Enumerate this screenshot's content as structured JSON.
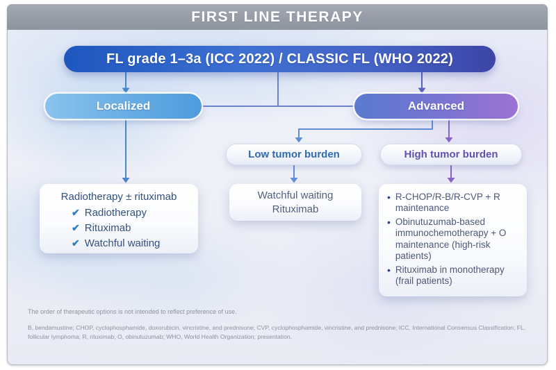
{
  "banner": {
    "title": "FIRST LINE THERAPY"
  },
  "flowchart": {
    "root": {
      "label": "FL grade 1–3a (ICC 2022) / CLASSIC FL (WHO 2022)"
    },
    "branches": {
      "localized": {
        "label": "Localized"
      },
      "advanced": {
        "label": "Advanced"
      },
      "low_tumor_burden": {
        "label": "Low tumor burden"
      },
      "high_tumor_burden": {
        "label": "High tumor burden"
      }
    },
    "outcomes": {
      "localized_options": {
        "header": "Radiotherapy ± rituximab",
        "check_items": [
          "Radiotherapy",
          "Rituximab",
          "Watchful waiting"
        ]
      },
      "low_burden_options": {
        "lines": [
          "Watchful waiting",
          "Rituximab"
        ]
      },
      "high_burden_options": {
        "bullet_items": [
          "R-CHOP/R-B/R-CVP + R maintenance",
          "Obinutuzumab-based immunochemotherapy + O maintenance (high-risk patients)",
          "Rituximab in monotherapy (frail patients)"
        ]
      }
    }
  },
  "icons": {
    "check": "✔",
    "bullet": "•"
  },
  "footnotes": {
    "order_note": "The order of therapeutic options is not intended to reflect preference of use.",
    "abbreviations": "B, bendamustine; CHOP, cyclophosphamide, doxorubicin, vincristine, and prednisone; CVP, cyclophosphamide, vincristine, and prednisone; ICC, International Consensus Classification; FL, follicular lymphoma; R, rituximab; O, obinutuzumab; WHO, World Health Organization; presentation."
  },
  "colors": {
    "banner_bg": "#979da7",
    "root_blue_start": "#1d57be",
    "root_blue_end": "#3c45a6",
    "localized_start": "#8ac3ee",
    "localized_end": "#4e9bdd",
    "advanced_start": "#5a7ad0",
    "advanced_end": "#9d72d3",
    "low_text": "#2f6ab5",
    "high_text": "#6150b2",
    "check_blue": "#2e7dc2",
    "line_blue": "#4a86c9",
    "line_blue_light": "#5f8ed6",
    "line_indigo": "#5a62be",
    "line_mid": "#6b82cc",
    "line_purple": "#8565c6"
  }
}
